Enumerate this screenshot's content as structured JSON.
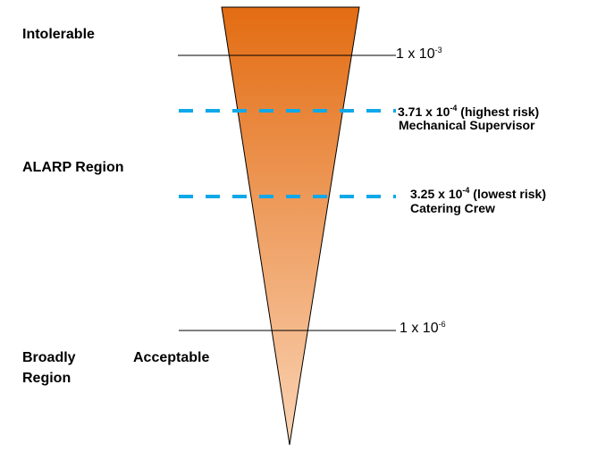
{
  "colors": {
    "top": "#e36c12",
    "bottom": "#fad3b4",
    "dash": "#0fa8e8"
  },
  "regions": {
    "intolerable": "Intolerable",
    "alarp": "ALARP Region",
    "broadly_1": "Broadly",
    "broadly_2": "Region",
    "acceptable": "Acceptable"
  },
  "thresholds": {
    "upper": {
      "base": "1 x 10",
      "exp": "-3"
    },
    "lower": {
      "base": "1 x 10",
      "exp": "-6"
    }
  },
  "markers": [
    {
      "base": "3.71 x 10",
      "exp": "-4",
      "note": " (highest risk)",
      "role": "Mechanical Supervisor"
    },
    {
      "base": "3.25 x 10",
      "exp": "-4",
      "note": " (lowest risk)",
      "role": "Catering Crew"
    }
  ]
}
